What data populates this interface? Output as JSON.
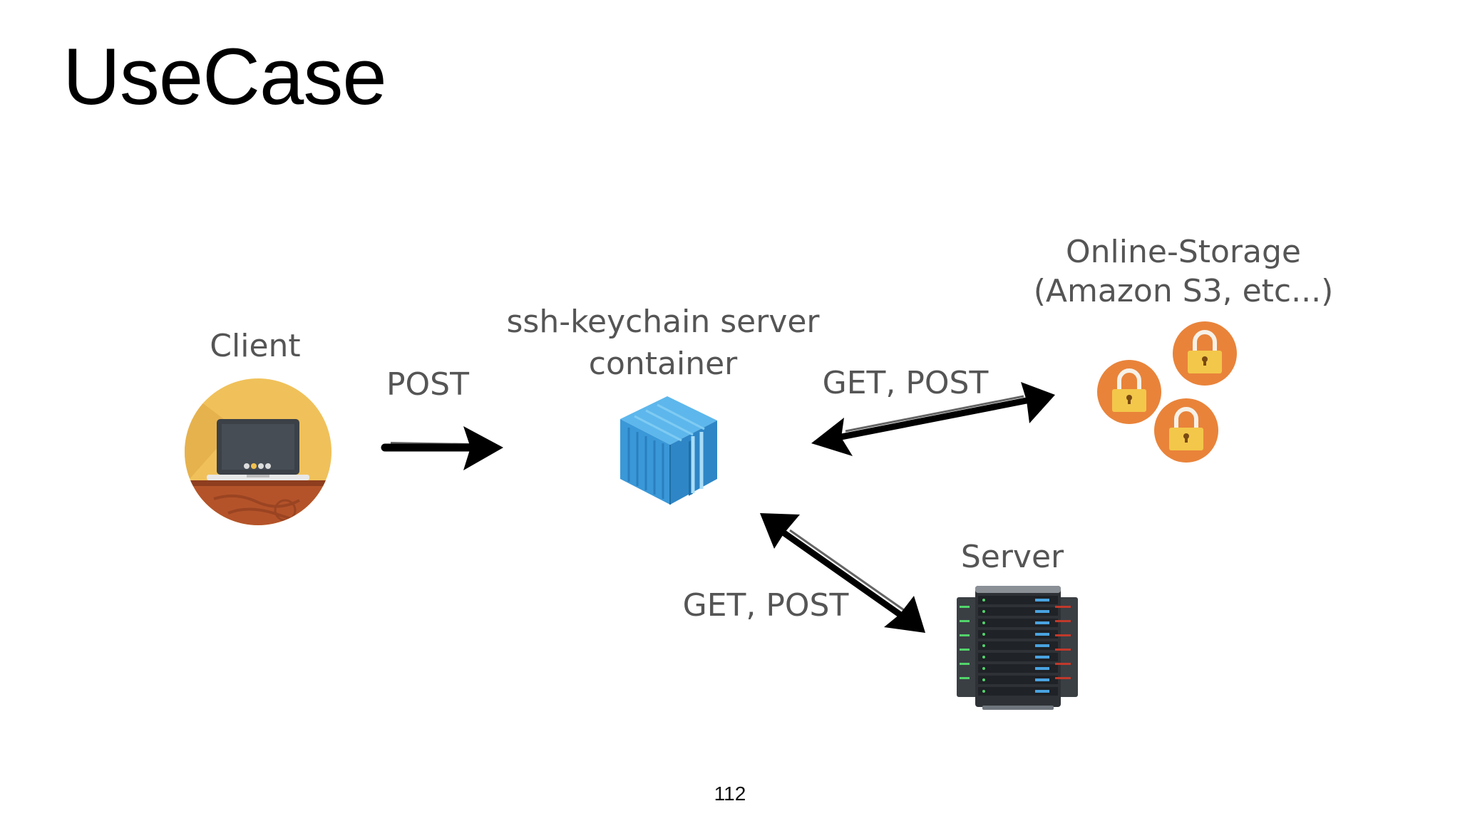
{
  "slide": {
    "title": "UseCase",
    "page_number": "112"
  },
  "nodes": {
    "client": {
      "label": "Client",
      "icon": "laptop-icon"
    },
    "container": {
      "line1": "ssh-keychain server",
      "line2": "container",
      "icon": "shipping-container-icon"
    },
    "storage": {
      "line1": "Online-Storage",
      "line2": "(Amazon S3, etc...)",
      "icon": "padlock-icon"
    },
    "server": {
      "label": "Server",
      "icon": "server-rack-icon"
    }
  },
  "edges": {
    "client_to_container": "POST",
    "container_to_storage": "GET, POST",
    "container_to_server": "GET, POST"
  },
  "colors": {
    "client_circle": "#F0C15A",
    "container_blue": "#3A98D8",
    "lock_orange": "#E9833A",
    "lock_yellow": "#F3C74A",
    "arrow": "#000000",
    "label_text": "#555555"
  }
}
